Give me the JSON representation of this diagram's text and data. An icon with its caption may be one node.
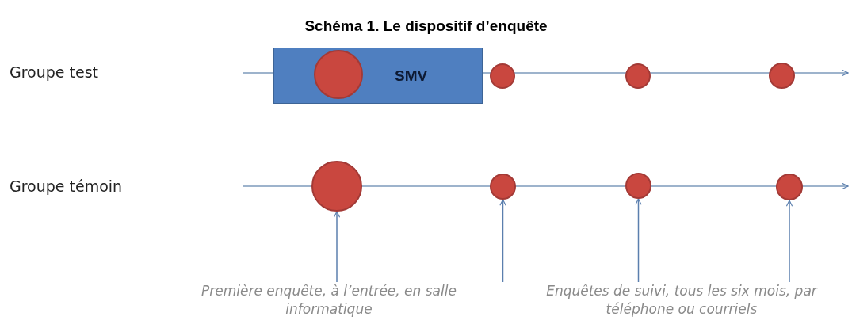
{
  "diagram": {
    "title": "Schéma 1. Le dispositif d’enquête",
    "nodes": [
      {
        "text": [
          "SMV"
        ]
      },
      {
        "text": [],
        "shape": "circle",
        "in": 0
      },
      {
        "text": [],
        "shape": "circle"
      },
      {
        "text": [],
        "shape": "circle"
      },
      {
        "text": [],
        "shape": "circle"
      },
      {
        "text": [],
        "shape": "circle"
      },
      {
        "text": [],
        "shape": "circle"
      },
      {
        "text": [],
        "shape": "circle"
      },
      {
        "text": [],
        "shape": "circle"
      },
      {
        "text": [
          "Première enquête, à l’entrée, en salle informatique"
        ]
      },
      {
        "text": [
          "Enquêtes de suivi, tous les six mois, par téléphone ou courriels"
        ]
      }
    ],
    "edges": [
      {
        "from": 9,
        "to": 5,
        "arrow": "to"
      },
      {
        "from": 10,
        "to": 6,
        "arrow": "to"
      },
      {
        "from": 10,
        "to": 7,
        "arrow": "to"
      },
      {
        "from": 10,
        "to": 8,
        "arrow": "to"
      }
    ],
    "labels": [
      "Groupe test",
      "Groupe témoin"
    ]
  }
}
